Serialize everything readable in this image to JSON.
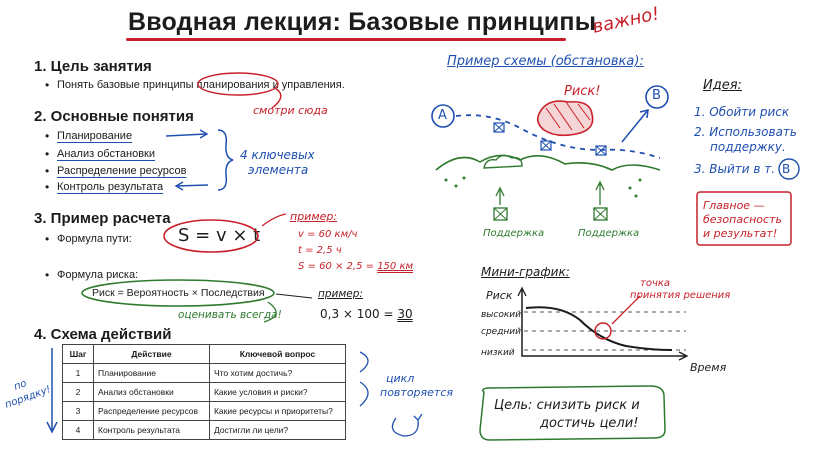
{
  "title": "Вводная лекция: Базовые принципы",
  "stamp": "важно!",
  "section1": {
    "heading": "1. Цель занятия",
    "text_before": "Понять базовые принципы ",
    "highlight": "планирования",
    "text_after": " и управления.",
    "note": "смотри сюда"
  },
  "section2": {
    "heading": "2. Основные понятия",
    "items": [
      "Планирование",
      "Анализ обстановки",
      "Распределение ресурсов",
      "Контроль результата"
    ],
    "note_line1": "4 ключевых",
    "note_line2": "элемента"
  },
  "section3": {
    "heading": "3. Пример расчета",
    "path_label": "Формула пути:",
    "path_formula": "S = v × t",
    "example_label": "пример:",
    "example_lines": [
      "v = 60 км/ч",
      "t = 2,5 ч",
      "S = 60 × 2,5 = "
    ],
    "example_result": "150 км",
    "risk_label": "Формула риска:",
    "risk_formula": "Риск  =  Вероятность  ×  Последствия",
    "risk_note": "оценивать всегда!",
    "example2_label": "пример:",
    "example2_calc": "0,3 × 100 = ",
    "example2_result": "30"
  },
  "section4": {
    "heading": "4. Схема действий",
    "columns": [
      "Шаг",
      "Действие",
      "Ключевой вопрос"
    ],
    "rows": [
      [
        "1",
        "Планирование",
        "Что хотим достичь?"
      ],
      [
        "2",
        "Анализ обстановки",
        "Какие условия и риски?"
      ],
      [
        "3",
        "Распределение ресурсов",
        "Какие ресурсы и приоритеты?"
      ],
      [
        "4",
        "Контроль результата",
        "Достигли ли цели?"
      ]
    ],
    "left_note_line1": "по",
    "left_note_line2": "порядку!",
    "cycle_line1": "цикл",
    "cycle_line2": "повторяется"
  },
  "scheme": {
    "title": "Пример схемы (обстановка):",
    "point_a": "A",
    "point_b": "B",
    "risk": "Риск!",
    "support_left": "Поддержка",
    "support_right": "Поддержка"
  },
  "idea": {
    "title": "Идея:",
    "items": [
      "1. Обойти риск",
      "2. Использовать",
      "поддержку.",
      "3. Выйти в т."
    ],
    "point_b": "B"
  },
  "main_note": {
    "line1": "Главное —",
    "line2": "безопасность",
    "line3": "и результат!"
  },
  "mini_chart": {
    "title": "Мини-график:",
    "ylabel": "Риск",
    "xlabel": "Время",
    "levels": [
      "высокий",
      "средний",
      "низкий"
    ],
    "annotation_line1": "точка",
    "annotation_line2": "принятия решения"
  },
  "goal": {
    "line1": "Цель:  снизить риск и",
    "line2": "достичь цели!"
  },
  "colors": {
    "accent_red": "#c8202a",
    "accent_blue": "#1f4fb0",
    "accent_green": "#2f7a2f",
    "text": "#1c1c1c"
  }
}
